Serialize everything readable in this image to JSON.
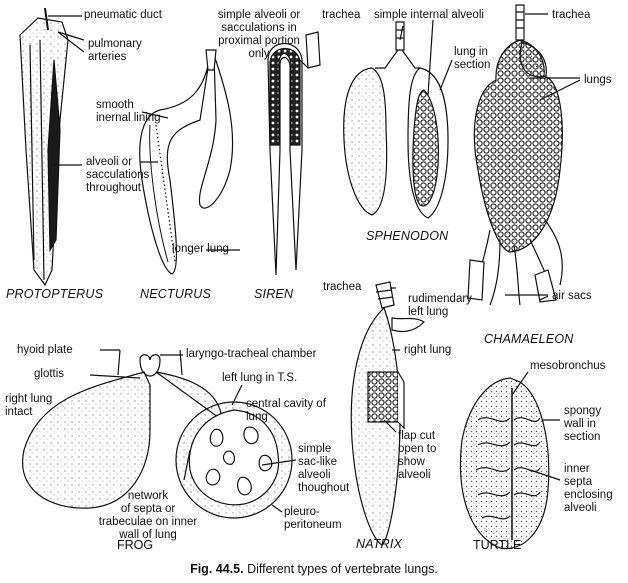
{
  "labels": {
    "pneumatic_duct": "pneumatic duct",
    "pulmonary_arteries": "pulmonary\narteries",
    "smooth_lining": "smooth\ninernal lining",
    "alveoli_throughout": "alveoli or\nsacculations\nthroughout",
    "longer_lung": "longer lung",
    "simple_alveoli_proximal": "simple alveoli or\nsacculations in\nproximal portion\nonly",
    "trachea_spheno": "trachea",
    "simple_internal_alveoli": "simple internal alveoli",
    "lung_in_section": "lung in\nsection",
    "trachea_chamaeleon": "trachea",
    "lungs": "lungs",
    "air_sacs": "air sacs",
    "trachea_natrix": "trachea",
    "rudimentary_left_lung": "rudimendary\nleft lung",
    "right_lung": "right lung",
    "flap_cut": "flap cut\nopen to\nshow\nalveoli",
    "mesobronchus": "mesobronchus",
    "spongy_wall": "spongy\nwall in\nsection",
    "inner_septa": "inner\nsepta\nenclosing\nalveoli",
    "hyoid_plate": "hyoid plate",
    "glottis": "glottis",
    "laryngo_tracheal": "laryngo-tracheal chamber",
    "left_lung_ts": "left lung in T.S.",
    "right_lung_intact": "right lung\nintact",
    "central_cavity": "central cavity of\nlung",
    "simple_sac_alveoli": "simple\nsac-like\nalveoli\nthoughout",
    "network_septa": "network\nof septa or\ntrabeculae on inner\nwall of lung",
    "pleuro_peritoneum": "pleuro-\nperitoneum"
  },
  "species": {
    "protopterus": "PROTOPTERUS",
    "necturus": "NECTURUS",
    "siren": "SIREN",
    "sphenodon": "SPHENODON",
    "chamaeleon": "CHAMAELEON",
    "natrix": "NATRIX",
    "frog": "FROG",
    "turtle": "TURTLE"
  },
  "caption": {
    "fig": "Fig. 44.5.",
    "text": "Different types of vertebrate lungs."
  }
}
